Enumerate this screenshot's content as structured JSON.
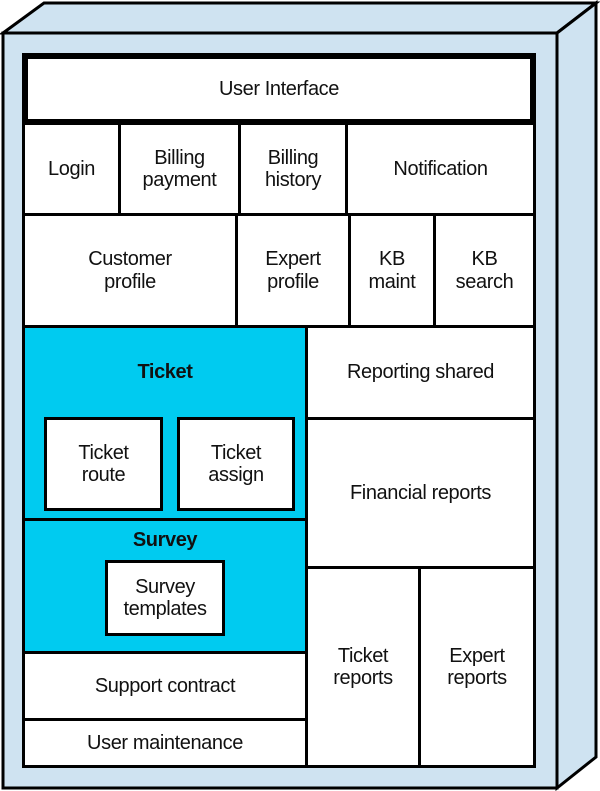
{
  "diagram": {
    "type": "module-block-diagram",
    "colors": {
      "panel": "#cfe3f1",
      "highlight": "#00cbf0",
      "line": "#000000",
      "box": "#ffffff"
    },
    "modules": {
      "user_interface": "User Interface",
      "login": "Login",
      "billing_payment": "Billing\npayment",
      "billing_history": "Billing\nhistory",
      "notification": "Notification",
      "customer_profile": "Customer\nprofile",
      "expert_profile": "Expert\nprofile",
      "kb_maint": "KB\nmaint",
      "kb_search": "KB\nsearch",
      "ticket": "Ticket",
      "ticket_route": "Ticket\nroute",
      "ticket_assign": "Ticket\nassign",
      "survey": "Survey",
      "survey_templates": "Survey\ntemplates",
      "support_contract": "Support contract",
      "user_maintenance": "User maintenance",
      "reporting_shared": "Reporting shared",
      "financial_reports": "Financial reports",
      "ticket_reports": "Ticket\nreports",
      "expert_reports": "Expert\nreports"
    }
  }
}
